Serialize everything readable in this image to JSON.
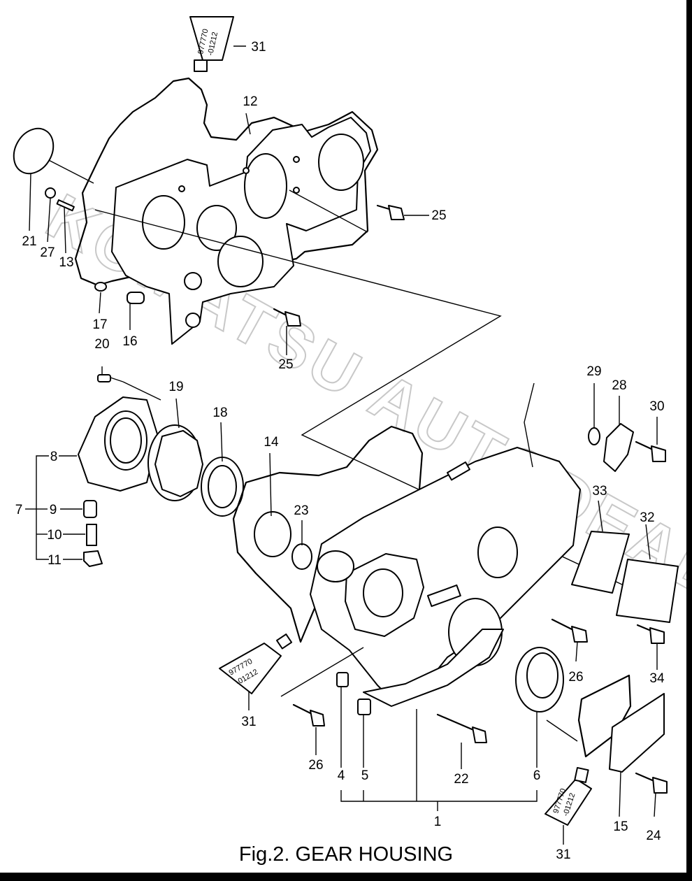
{
  "figure": {
    "caption": "Fig.2.  GEAR HOUSING",
    "watermark": "KOMATSU AUTODEALER.RU",
    "tube_label": [
      "977770",
      "-01212"
    ],
    "callouts": [
      {
        "id": "c31a",
        "text": "31"
      },
      {
        "id": "c12",
        "text": "12"
      },
      {
        "id": "c21",
        "text": "21"
      },
      {
        "id": "c27",
        "text": "27"
      },
      {
        "id": "c13",
        "text": "13"
      },
      {
        "id": "c25a",
        "text": "25"
      },
      {
        "id": "c17",
        "text": "17"
      },
      {
        "id": "c16",
        "text": "16"
      },
      {
        "id": "c25b",
        "text": "25"
      },
      {
        "id": "c20",
        "text": "20"
      },
      {
        "id": "c19",
        "text": "19"
      },
      {
        "id": "c18",
        "text": "18"
      },
      {
        "id": "c8",
        "text": "8"
      },
      {
        "id": "c7",
        "text": "7"
      },
      {
        "id": "c9",
        "text": "9"
      },
      {
        "id": "c10",
        "text": "10"
      },
      {
        "id": "c11",
        "text": "11"
      },
      {
        "id": "c14",
        "text": "14"
      },
      {
        "id": "c23",
        "text": "23"
      },
      {
        "id": "c29",
        "text": "29"
      },
      {
        "id": "c28",
        "text": "28"
      },
      {
        "id": "c30",
        "text": "30"
      },
      {
        "id": "c33",
        "text": "33"
      },
      {
        "id": "c32",
        "text": "32"
      },
      {
        "id": "c26a",
        "text": "26"
      },
      {
        "id": "c34",
        "text": "34"
      },
      {
        "id": "c31b",
        "text": "31"
      },
      {
        "id": "c26b",
        "text": "26"
      },
      {
        "id": "c4",
        "text": "4"
      },
      {
        "id": "c5",
        "text": "5"
      },
      {
        "id": "c22",
        "text": "22"
      },
      {
        "id": "c6",
        "text": "6"
      },
      {
        "id": "c1",
        "text": "1"
      },
      {
        "id": "c15",
        "text": "15"
      },
      {
        "id": "c24",
        "text": "24"
      },
      {
        "id": "c31c",
        "text": "31"
      }
    ]
  }
}
